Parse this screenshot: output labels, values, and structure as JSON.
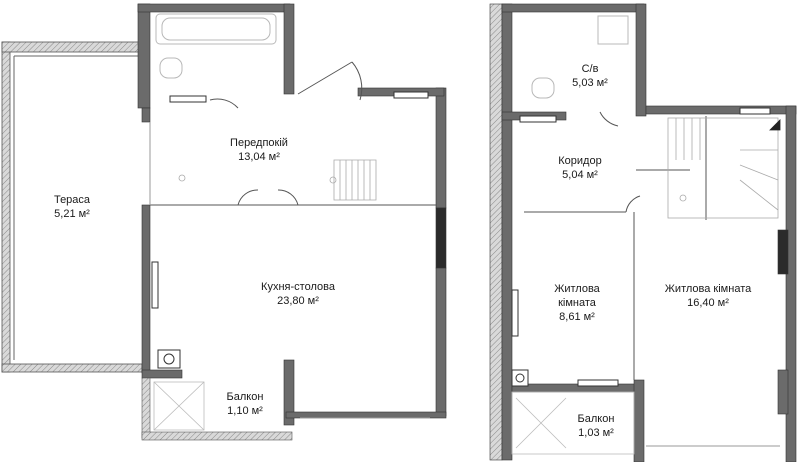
{
  "floor1": {
    "rooms": {
      "terrace": {
        "name": "Тераса",
        "area": "5,21 м²"
      },
      "hall": {
        "name": "Передпокій",
        "area": "13,04 м²"
      },
      "kitchen": {
        "name": "Кухня-столова",
        "area": "23,80 м²"
      },
      "balcony": {
        "name": "Балкон",
        "area": "1,10 м²"
      }
    }
  },
  "floor2": {
    "rooms": {
      "wc": {
        "name": "С/в",
        "area": "5,03 м²"
      },
      "corridor": {
        "name": "Коридор",
        "area": "5,04 м²"
      },
      "bedroom_small": {
        "name_line1": "Житлова",
        "name_line2": "кімната",
        "area": "8,61 м²"
      },
      "bedroom_large": {
        "name": "Житлова кімната",
        "area": "16,40 м²"
      },
      "balcony": {
        "name": "Балкон",
        "area": "1,03 м²"
      }
    }
  },
  "colors": {
    "wall": "#6b6b6b",
    "wall_dark": "#2b2b2b",
    "line": "#444444",
    "fixture": "#b8b8b8",
    "text": "#1a1a1a"
  }
}
